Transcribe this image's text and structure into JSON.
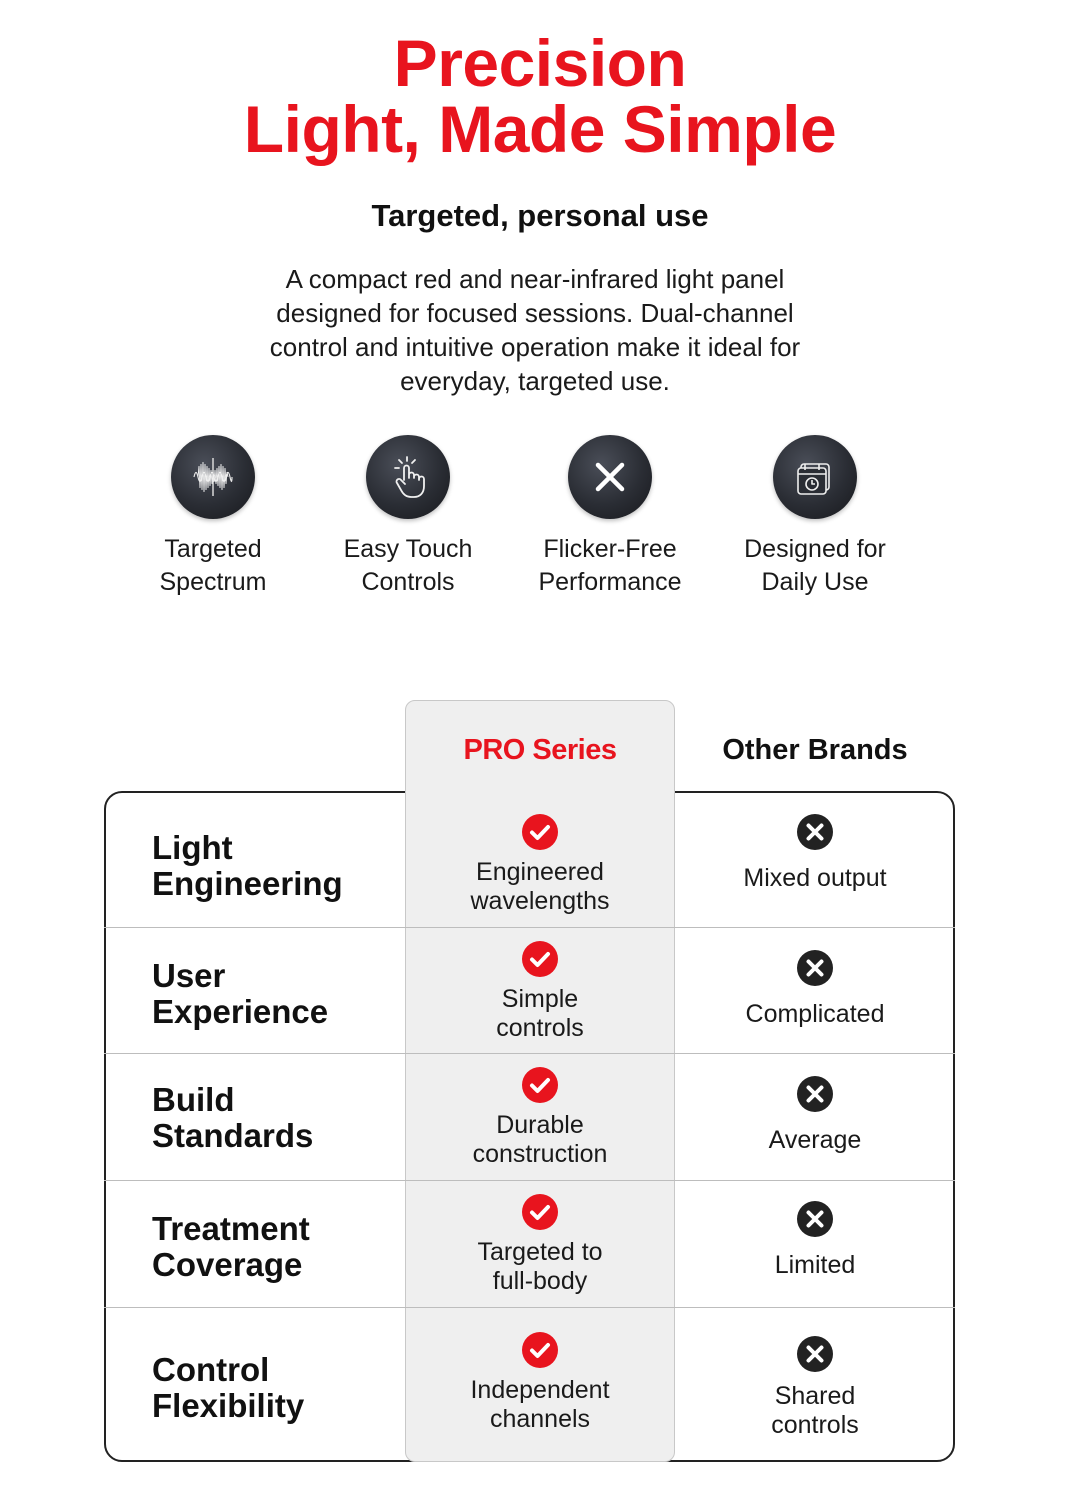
{
  "headline": {
    "line1": "Precision",
    "line2": "Light, Made Simple"
  },
  "subheadline": "Targeted, personal use",
  "description": [
    "A compact red and near-infrared light panel",
    "designed for focused sessions. Dual-channel",
    "control and intuitive operation make it ideal for",
    "everyday, targeted use."
  ],
  "features": [
    {
      "icon": "spectrum-wave-icon",
      "line1": "Targeted",
      "line2": "Spectrum"
    },
    {
      "icon": "touch-hand-icon",
      "line1": "Easy Touch",
      "line2": "Controls"
    },
    {
      "icon": "x-icon",
      "line1": "Flicker-Free",
      "line2": "Performance"
    },
    {
      "icon": "calendar-icon",
      "line1": "Designed for",
      "line2": "Daily Use"
    }
  ],
  "comparison": {
    "pro_header": "PRO Series",
    "other_header": "Other Brands",
    "rows": [
      {
        "label1": "Light",
        "label2": "Engineering",
        "pro1": "Engineered",
        "pro2": "wavelengths",
        "other1": "Mixed output",
        "other2": ""
      },
      {
        "label1": "User",
        "label2": "Experience",
        "pro1": "Simple",
        "pro2": "controls",
        "other1": "Complicated",
        "other2": ""
      },
      {
        "label1": "Build",
        "label2": "Standards",
        "pro1": "Durable",
        "pro2": "construction",
        "other1": "Average",
        "other2": ""
      },
      {
        "label1": "Treatment",
        "label2": "Coverage",
        "pro1": "Targeted to",
        "pro2": "full-body",
        "other1": "Limited",
        "other2": ""
      },
      {
        "label1": "Control",
        "label2": "Flexibility",
        "pro1": "Independent",
        "pro2": "channels",
        "other1": "Shared",
        "other2": "controls"
      }
    ]
  },
  "colors": {
    "accent": "#e8141e",
    "icon_dark": "#2a2d34",
    "pro_bg": "#efefef"
  }
}
